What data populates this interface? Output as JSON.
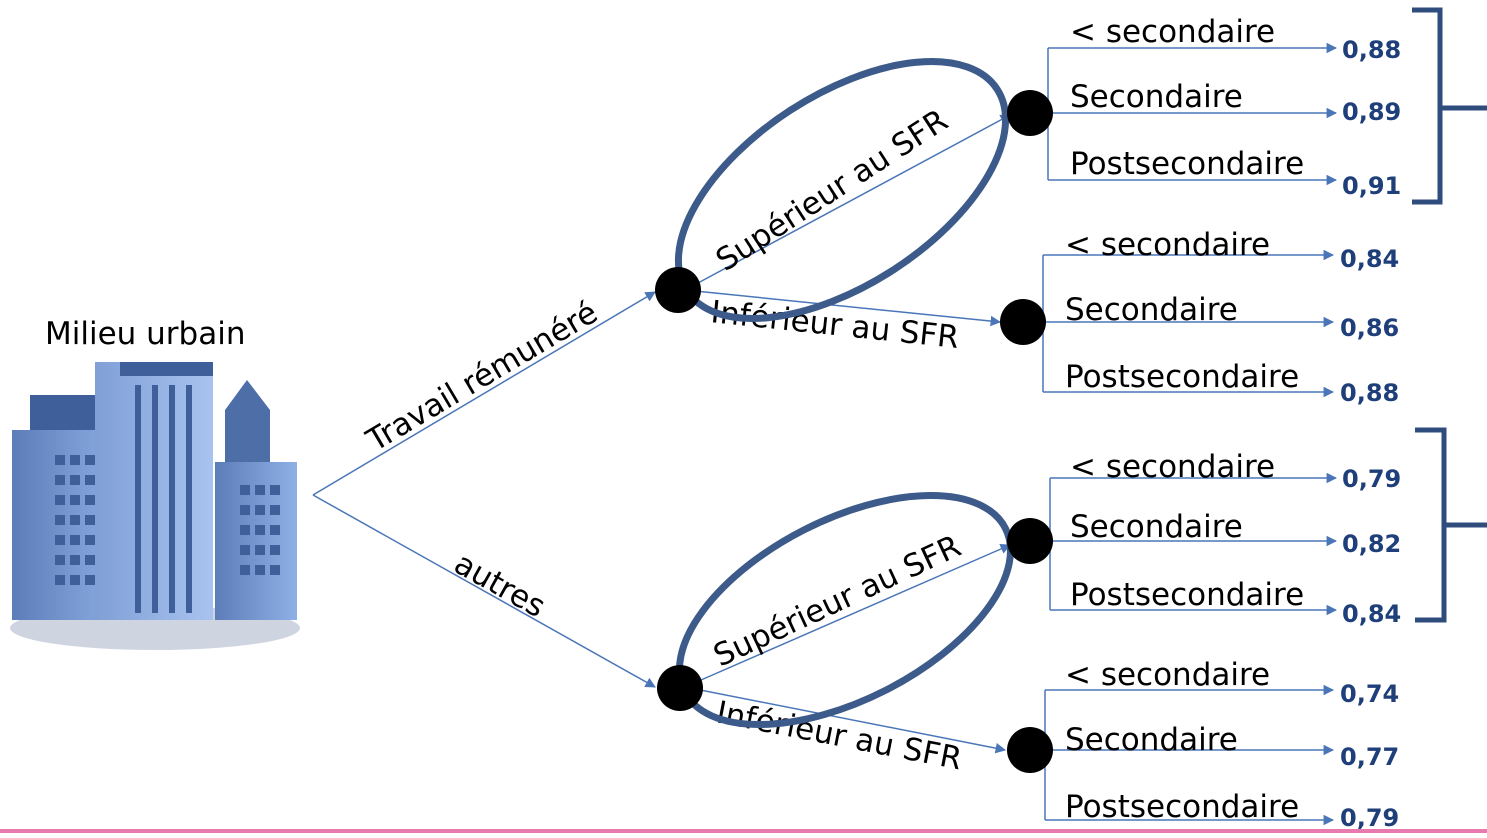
{
  "root": {
    "label": "Milieu urbain",
    "icon": "city-buildings-icon"
  },
  "level1": [
    {
      "label": "Travail rémunéré"
    },
    {
      "label": "autres"
    }
  ],
  "level2": [
    {
      "label": "Supérieur au SFR",
      "highlighted": true
    },
    {
      "label": "Inférieur au SFR",
      "highlighted": false
    },
    {
      "label": "Supérieur au SFR",
      "highlighted": true
    },
    {
      "label": "Inférieur au SFR",
      "highlighted": false
    }
  ],
  "leaf_groups": [
    {
      "leaves": [
        {
          "label": "< secondaire",
          "value": "0,88"
        },
        {
          "label": "Secondaire",
          "value": "0,89"
        },
        {
          "label": "Postsecondaire",
          "value": "0,91"
        }
      ],
      "bracketed": true
    },
    {
      "leaves": [
        {
          "label": "< secondaire",
          "value": "0,84"
        },
        {
          "label": "Secondaire",
          "value": "0,86"
        },
        {
          "label": "Postsecondaire",
          "value": "0,88"
        }
      ],
      "bracketed": false
    },
    {
      "leaves": [
        {
          "label": "< secondaire",
          "value": "0,79"
        },
        {
          "label": "Secondaire",
          "value": "0,82"
        },
        {
          "label": "Postsecondaire",
          "value": "0,84"
        }
      ],
      "bracketed": true
    },
    {
      "leaves": [
        {
          "label": "< secondaire",
          "value": "0,74"
        },
        {
          "label": "Secondaire",
          "value": "0,77"
        },
        {
          "label": "Postsecondaire",
          "value": "0,79"
        }
      ],
      "bracketed": false
    }
  ],
  "colors": {
    "edge": "#4a76b8",
    "value_text": "#1f3f7a",
    "highlight_ring": "#3c5a8a",
    "building": "#6f8fc9"
  }
}
